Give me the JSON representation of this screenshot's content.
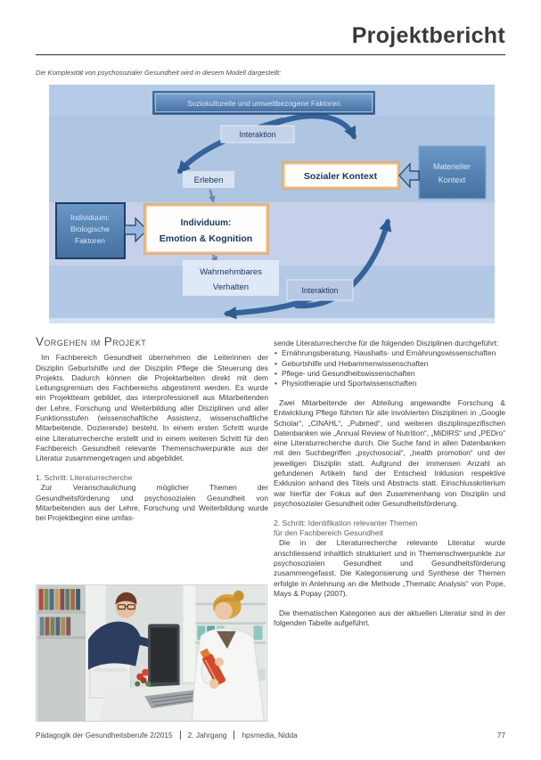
{
  "header": {
    "title": "Projektbericht"
  },
  "caption": "Die Komplexität von psychosozialer Gesundheit wird in diesem Modell dargestellt:",
  "diagram": {
    "top_factor_box": "Soziokulturelle und umweltbezogene Faktoren",
    "interaction_top": "Interaktion",
    "interaction_bottom": "Interaktion",
    "erleben": "Erleben",
    "social_context": "Sozialer Kontext",
    "material_context": {
      "line1": "Materieller",
      "line2": "Kontext"
    },
    "individual_bio": {
      "line1": "Individuum:",
      "line2": "Biologische",
      "line3": "Faktoren"
    },
    "individual_emotion": {
      "line1": "Individuum:",
      "line2": "Emotion & Kognition"
    },
    "perceivable_behavior": {
      "line1": "Wahrnehmbares",
      "line2": "Verhalten"
    },
    "colors": {
      "blue_box": "#4f81bd",
      "dark_border": "#17375e",
      "orange_border": "#e9b87f",
      "ribbon": "#35639a",
      "background": "#b3c8e4"
    }
  },
  "article": {
    "section_heading": "Vorgehen im Projekt",
    "p1": "Im Fachbereich Gesundheit übernehmen die Leiterinnen der Disziplin Geburtshilfe und der Disziplin Pflege die Steuerung des Projekts. Dadurch können die Projektarbeiten direkt mit dem Leitungsgremium des Fachbereichs abgestimmt werden. Es wurde ein Projektteam gebildet, das interprofessionell aus Mitarbeitenden der Lehre, Forschung und Weiterbildung aller Disziplinen und aller Funktionsstufen (wissenschaftliche Assistenz, wissenschaftliche Mitarbeitende, Dozierende) besteht. In einem ersten Schritt wurde eine Literaturrecherche erstellt und in einem weiteren Schritt für den Fachbereich Gesundheit relevante Themenschwerpunkte aus der Literatur zusammengetragen und abgebildet.",
    "sub1": "1. Schritt: Literaturrecherche",
    "p2": "Zur Veranschaulichung möglicher Themen der Gesundheitsförderung und psychosozialen Gesundheit von Mitarbeitenden aus der Lehre, Forschung und Weiterbildung wurde bei Projektbeginn eine umfas-",
    "p3": "sende Literaturrecherche für die folgenden Disziplinen durchgeführt:",
    "bullets": [
      "Ernährungsberatung, Haushalts- und Ernährungswissenschaften",
      "Geburtshilfe und Hebammenwissenschaften",
      "Pflege- und Gesundheitswissenschaften",
      "Physiotherapie und Sportwissenschaften"
    ],
    "p4": "Zwei Mitarbeitende der Abteilung angewandte Forschung & Entwicklung Pflege führten für alle involvierten Disziplinen in „Google Scholar“, „CINAHL“, „Pubmed“, und weiteren disziplinspezifischen Datenbanken wie „Annual Review of Nutrition“, „MiDIRS“ und „PEDro“ eine Literaturrecherche durch. Die Suche fand in allen Datenbanken mit den Suchbegriffen „psychosocial“, „health promotion“ und der jeweiligen Disziplin statt. Aufgrund der immensen Anzahl an gefundenen Artikeln fand der Entscheid Inklusion respektive Exklusion anhand des Titels und Abstracts statt. Einschlusskriterium war hierfür der Fokus auf den Zusammenhang von Disziplin und psychosozialer Gesundheit oder Gesundheitsförderung.",
    "sub2_line1": "2. Schritt: Identifikation relevanter Themen",
    "sub2_line2": "für den Fachbereich Gesundheit",
    "p5": "Die in der Literaturrecherche relevante Literatur wurde anschliessend inhaltlich strukturiert und in Themenschwerpunkte zur psychosozialen Gesundheit und Gesundheitsförderung zusammengefasst. Die Kategorisierung und Synthese der Themen erfolgte in Anlehnung an die Methode „Thematic Analysis“ von Pope, Mays & Popay (2007).",
    "p6": "Die thematischen Kategorien aus der aktuellen Literatur sind in der folgenden Tabelle aufgeführt."
  },
  "footer": {
    "journal": "Pädagogik der Gesundheitsberufe 2/2015",
    "volume": "2. Jahrgang",
    "publisher": "hpsmedia, Nidda",
    "page_number": "77"
  }
}
